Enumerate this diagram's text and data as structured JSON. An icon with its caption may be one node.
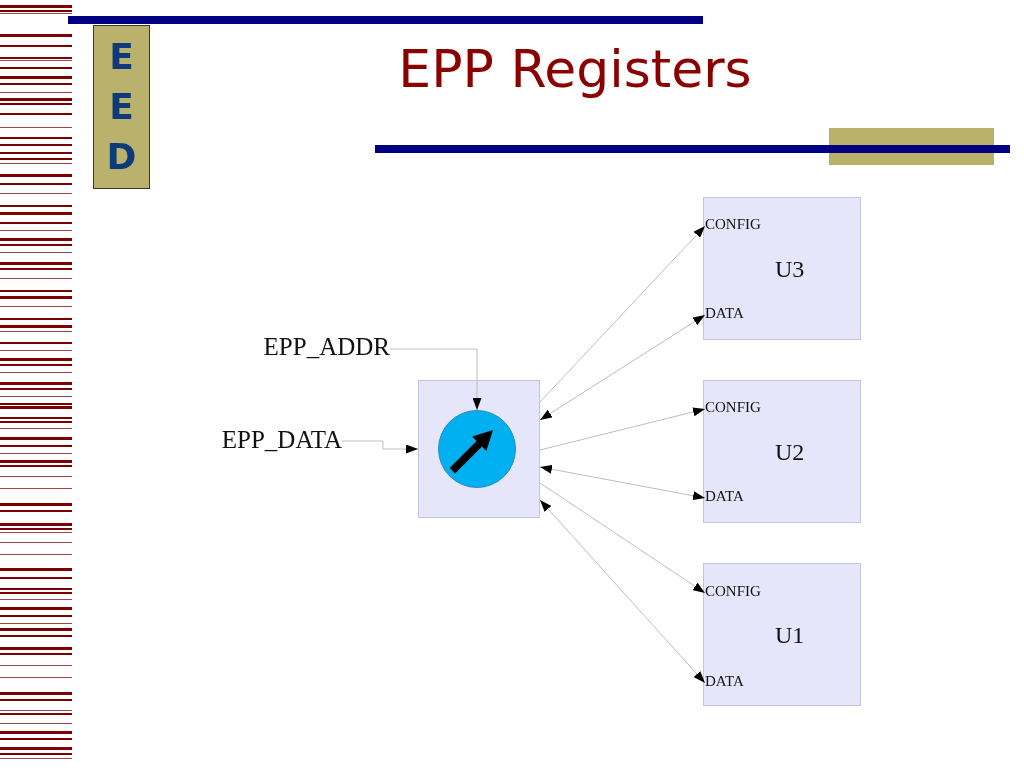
{
  "diagram": {
    "title": "EPP Registers",
    "nodes": [
      {
        "text": [
          "EED"
        ]
      },
      {
        "text": [
          "EPP_ADDR"
        ]
      },
      {
        "text": [
          "EPP_DATA"
        ]
      },
      {
        "text": [],
        "shape": "box"
      },
      {
        "text": [],
        "shape": "circle",
        "in": 3
      },
      {
        "text": [
          "U3"
        ]
      },
      {
        "text": [
          "CONFIG"
        ],
        "in": 5
      },
      {
        "text": [
          "DATA"
        ],
        "in": 5
      },
      {
        "text": [
          "U2"
        ]
      },
      {
        "text": [
          "CONFIG"
        ],
        "in": 8
      },
      {
        "text": [
          "DATA"
        ],
        "in": 8
      },
      {
        "text": [
          "U1"
        ]
      },
      {
        "text": [
          "CONFIG"
        ],
        "in": 11
      },
      {
        "text": [
          "DATA"
        ],
        "in": 11
      }
    ],
    "edges": [
      {
        "from": 1,
        "to": 4,
        "arrow": "to"
      },
      {
        "from": 2,
        "to": 3,
        "arrow": "to"
      },
      {
        "from": 3,
        "to": 6,
        "arrow": "to"
      },
      {
        "from": 3,
        "to": 7,
        "arrow": "both"
      },
      {
        "from": 3,
        "to": 9,
        "arrow": "to"
      },
      {
        "from": 3,
        "to": 10,
        "arrow": "both"
      },
      {
        "from": 3,
        "to": 12,
        "arrow": "to"
      },
      {
        "from": 3,
        "to": 13,
        "arrow": "both"
      }
    ]
  }
}
